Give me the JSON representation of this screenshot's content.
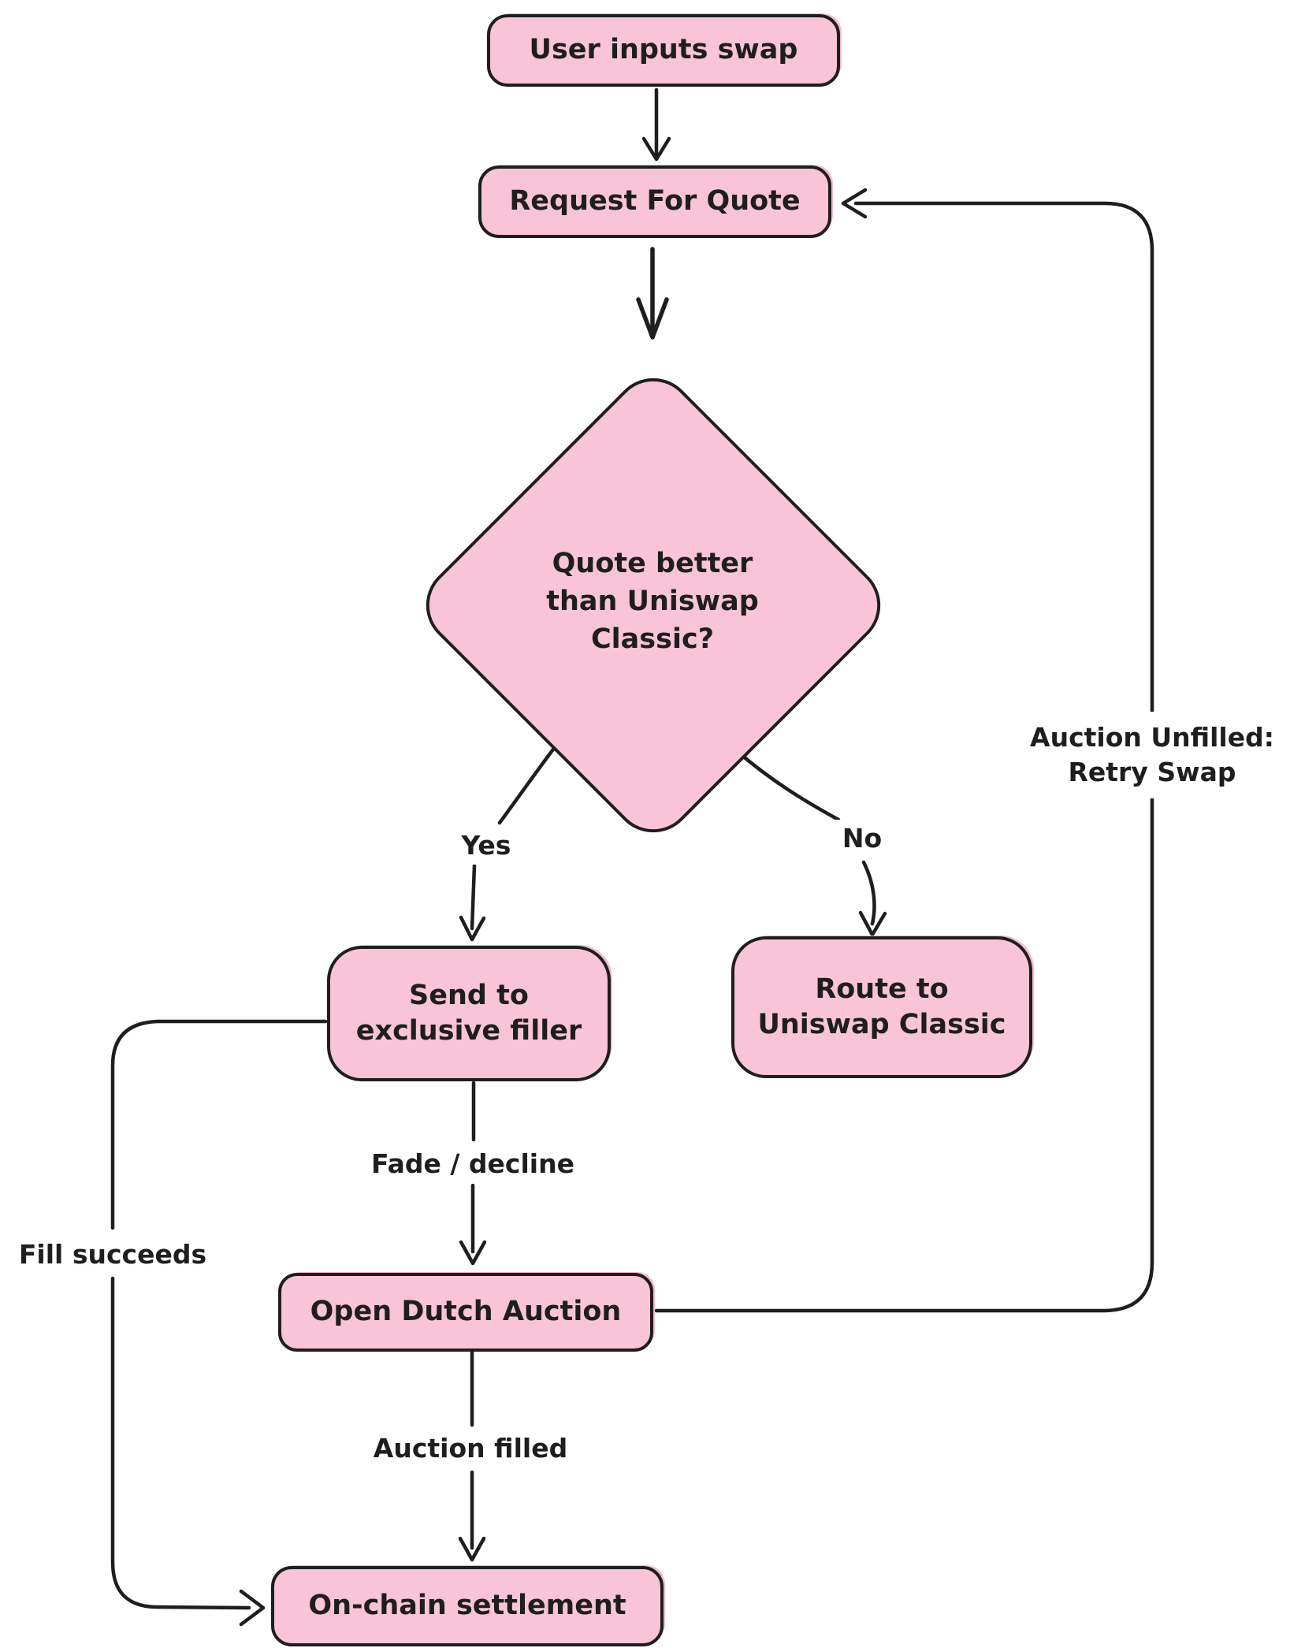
{
  "diagram": {
    "background": "#ffffff",
    "colors": {
      "node_fill": "#f9c4d7",
      "stroke": "#1e1e1e",
      "text": "#1e1e1e"
    },
    "nodes": {
      "user_inputs_swap": {
        "label": "User inputs swap",
        "shape": "rectangle"
      },
      "request_for_quote": {
        "label": "Request For Quote",
        "shape": "rectangle"
      },
      "quote_better_decision": {
        "label": "Quote better\nthan Uniswap\nClassic?",
        "shape": "diamond"
      },
      "send_to_exclusive_filler": {
        "label": "Send to\nexclusive filler",
        "shape": "rectangle"
      },
      "route_to_uniswap_classic": {
        "label": "Route to\nUniswap Classic",
        "shape": "rectangle"
      },
      "open_dutch_auction": {
        "label": "Open Dutch Auction",
        "shape": "rectangle"
      },
      "on_chain_settlement": {
        "label": "On-chain settlement",
        "shape": "rectangle"
      }
    },
    "edges": [
      {
        "from": "user_inputs_swap",
        "to": "request_for_quote",
        "label": ""
      },
      {
        "from": "request_for_quote",
        "to": "quote_better_decision",
        "label": ""
      },
      {
        "from": "quote_better_decision",
        "to": "send_to_exclusive_filler",
        "label": "Yes"
      },
      {
        "from": "quote_better_decision",
        "to": "route_to_uniswap_classic",
        "label": "No"
      },
      {
        "from": "send_to_exclusive_filler",
        "to": "open_dutch_auction",
        "label": "Fade / decline"
      },
      {
        "from": "open_dutch_auction",
        "to": "on_chain_settlement",
        "label": "Auction filled"
      },
      {
        "from": "send_to_exclusive_filler",
        "to": "on_chain_settlement",
        "label": "Fill succeeds"
      },
      {
        "from": "open_dutch_auction",
        "to": "request_for_quote",
        "label": "Auction Unfilled:\nRetry Swap"
      }
    ]
  }
}
